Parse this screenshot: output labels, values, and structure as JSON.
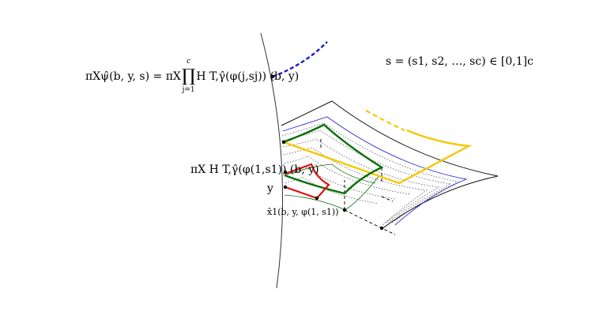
{
  "labels": {
    "psi_lhs": "πXψ̂(b, y, s) = πX",
    "psi_rhs": "H T,γ̂(φ(j,sj)) (b, y)",
    "prod_top": "c",
    "prod_bottom": "j=1",
    "s_def": "s = (s1, s2, …, sc) ∈ [0,1]c",
    "H_label": "πX H T,γ̂(φ(1,s1)) (b, y)",
    "y_label": "y",
    "x1_label": "x̂1(b, y, φ(1, s1))"
  },
  "colors": {
    "blue": "#1d1dc8",
    "yellow": "#f5c800",
    "green": "#0a6e0a",
    "red": "#e01010",
    "black": "#000000"
  }
}
